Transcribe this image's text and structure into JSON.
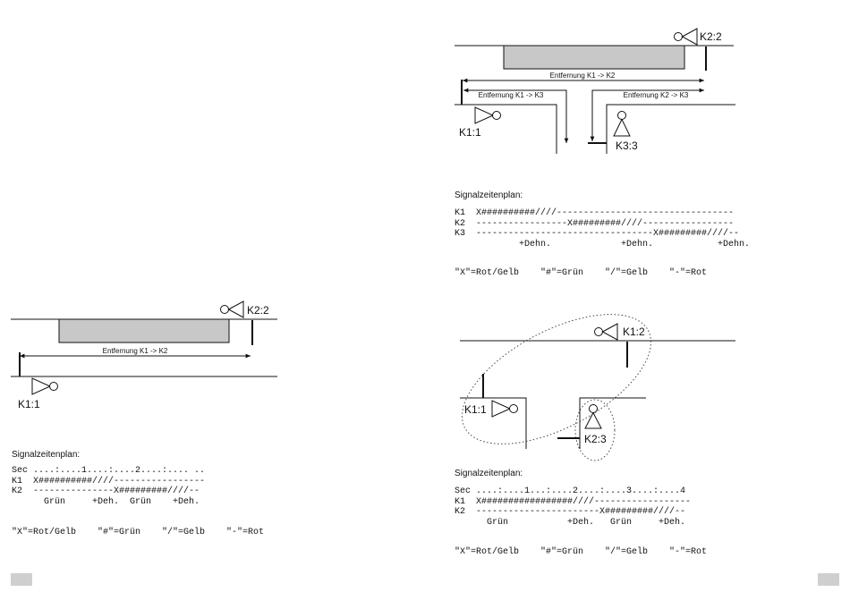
{
  "labels": {
    "k1_1": "K1:1",
    "k2_2": "K2:2",
    "k3_3": "K3:3",
    "k1_2": "K1:2",
    "k2_3": "K2:3",
    "dist_k1_k2": "Entfernung K1 -> K2",
    "dist_k1_k3": "Entfernung K1 -> K3",
    "dist_k2_k3": "Entfernung K2 -> K3"
  },
  "plans": {
    "left": {
      "title": "Signalzeitenplan:",
      "lines": [
        "Sec ....:....1....:....2....:.... ..",
        "K1  X##########////-----------------",
        "K2  ---------------X#########////--",
        "      Grün     +Deh.  Grün    +Deh."
      ],
      "legend": "\"X\"=Rot/Gelb    \"#\"=Grün    \"/\"=Gelb    \"-\"=Rot"
    },
    "right_top": {
      "title": "Signalzeitenplan:",
      "lines": [
        "K1  X##########////---------------------------------",
        "K2  -----------------X#########////-----------------",
        "K3  ---------------------------------X#########////--",
        "            +Dehn.             +Dehn.            +Dehn."
      ],
      "legend": "\"X\"=Rot/Gelb    \"#\"=Grün    \"/\"=Gelb    \"-\"=Rot"
    },
    "right_bottom": {
      "title": "Signalzeitenplan:",
      "lines": [
        "Sec ....:....1...:....2....:....3....:....4",
        "K1  X#################////------------------",
        "K2  -----------------------X#########////--",
        "      Grün           +Deh.   Grün     +Deh."
      ],
      "legend": "\"X\"=Rot/Gelb    \"#\"=Grün    \"/\"=Gelb    \"-\"=Rot"
    }
  },
  "colors": {
    "road_line": "#111111",
    "tram_block": "#c8c8c8",
    "page_mark": "#cfcfcf"
  }
}
